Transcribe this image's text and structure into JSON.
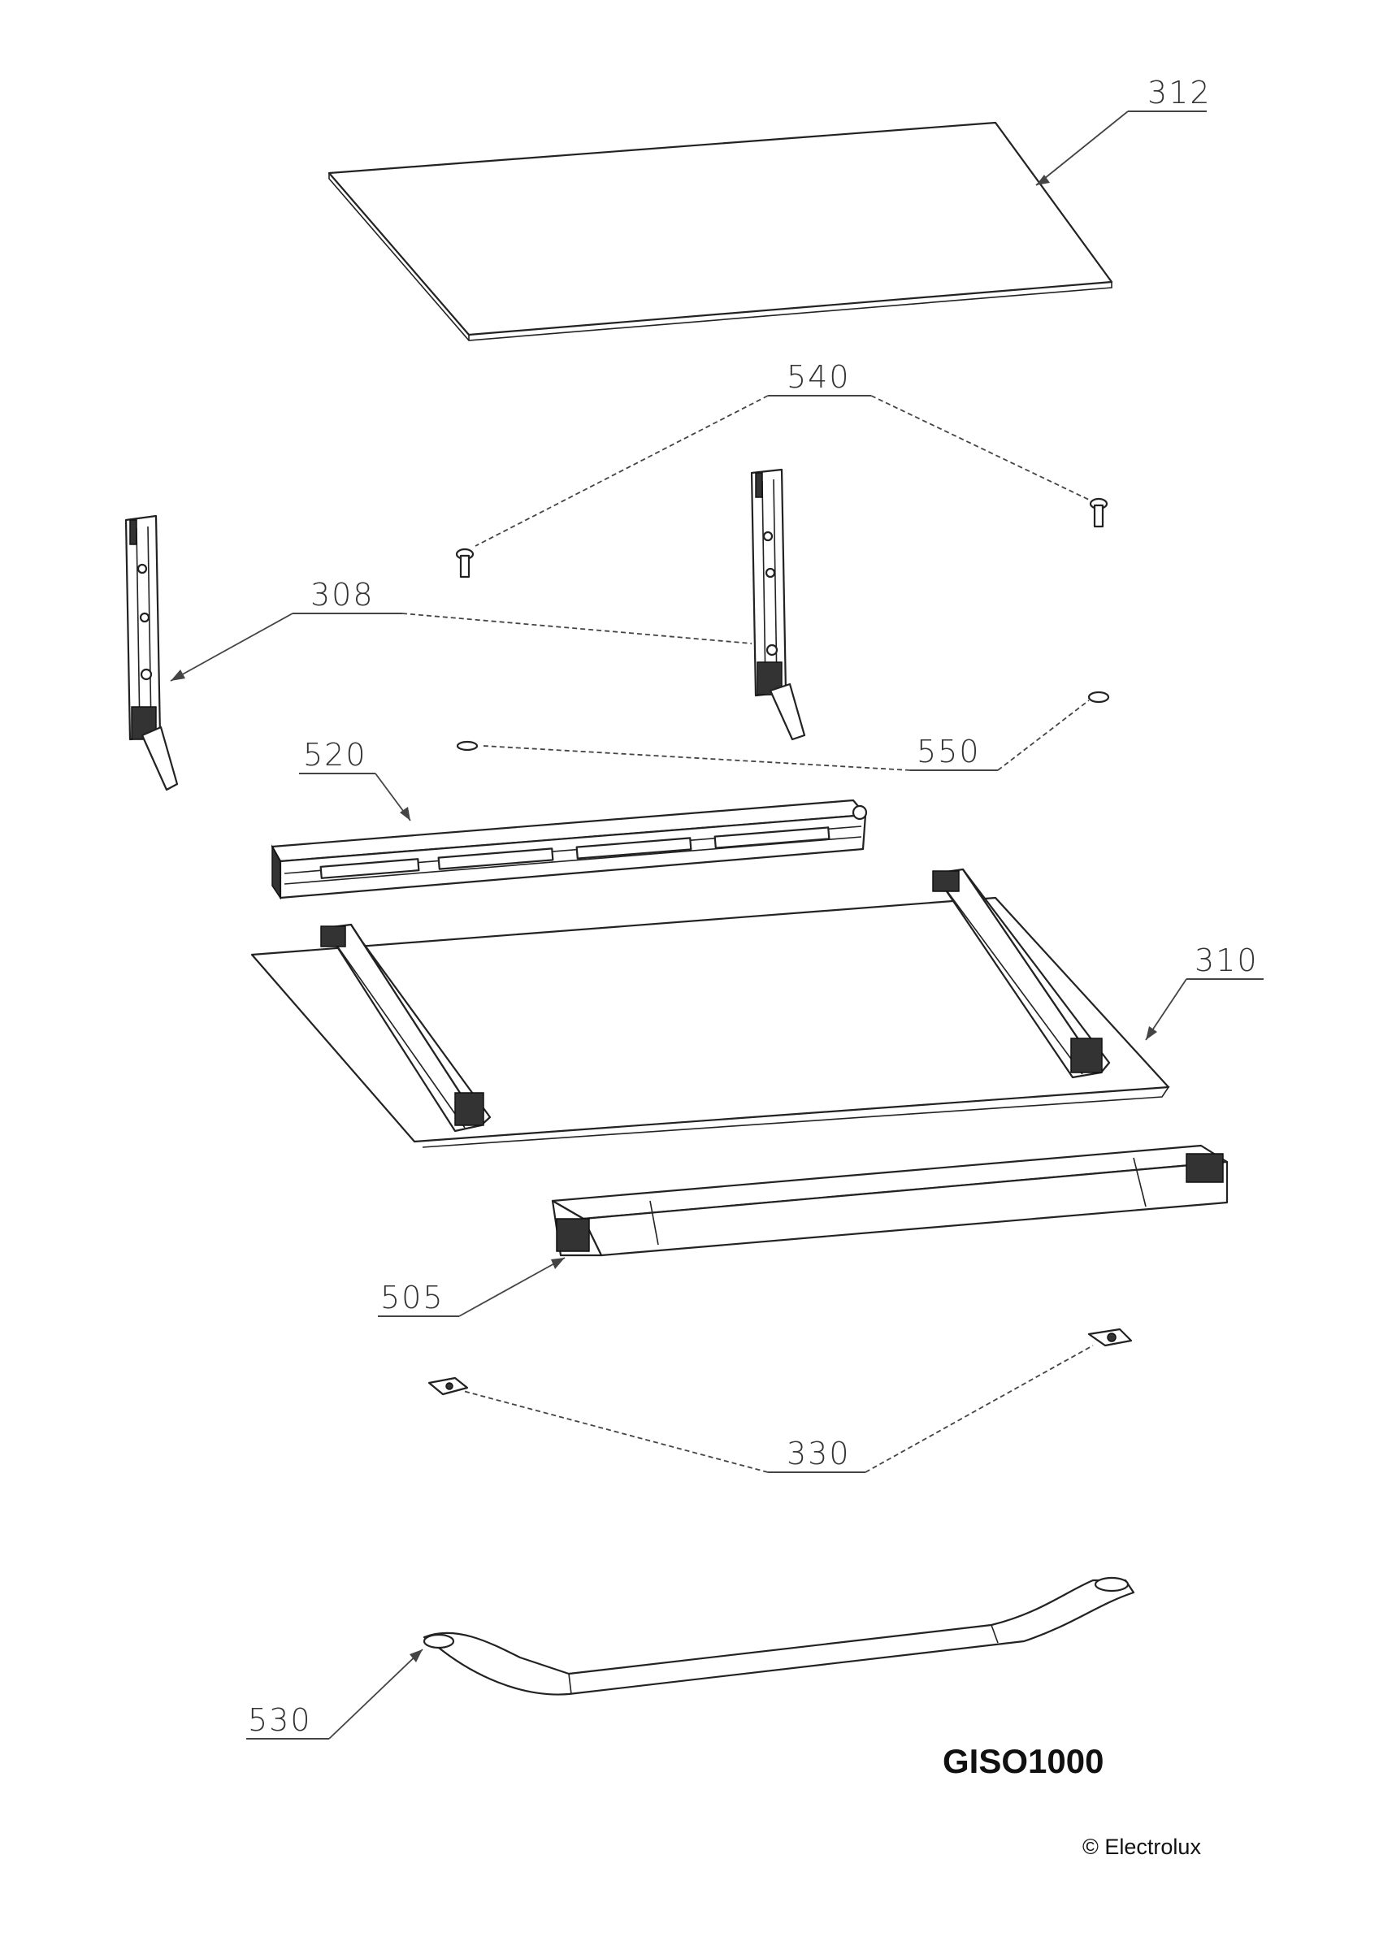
{
  "diagram": {
    "model": "GISO1000",
    "copyright": "© Electrolux",
    "parts": [
      {
        "id": "312",
        "label": "312"
      },
      {
        "id": "540",
        "label": "540"
      },
      {
        "id": "308",
        "label": "308"
      },
      {
        "id": "520",
        "label": "520"
      },
      {
        "id": "550",
        "label": "550"
      },
      {
        "id": "310",
        "label": "310"
      },
      {
        "id": "505",
        "label": "505"
      },
      {
        "id": "330",
        "label": "330"
      },
      {
        "id": "530",
        "label": "530"
      }
    ]
  }
}
